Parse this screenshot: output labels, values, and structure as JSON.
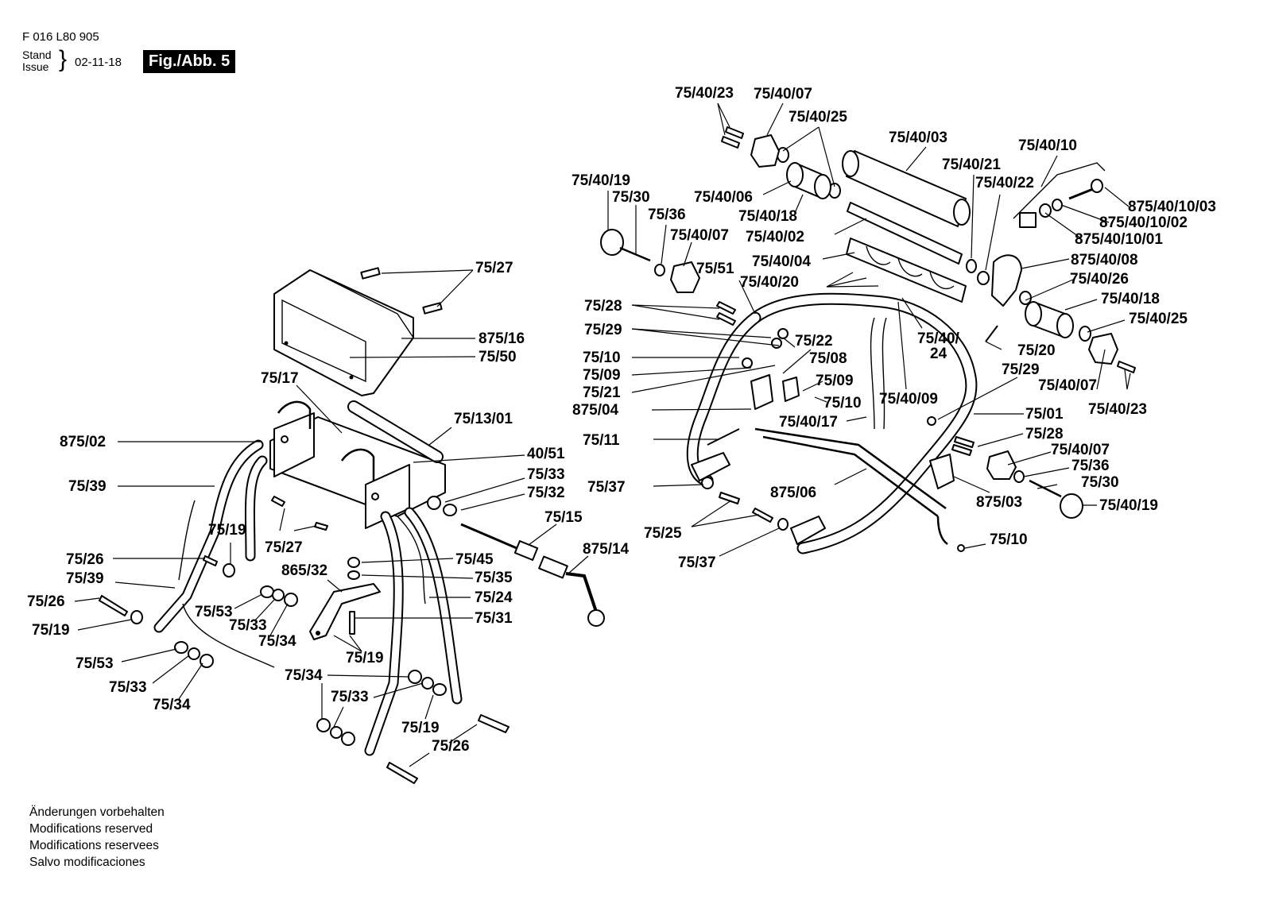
{
  "header": {
    "doc_number": "F 016 L80 905",
    "stand_label": "Stand",
    "issue_label": "Issue",
    "date": "02-11-18",
    "figure": "Fig./Abb. 5"
  },
  "footer": {
    "lines": [
      "Änderungen vorbehalten",
      "Modifications reserved",
      "Modifications reservees",
      "Salvo modificaciones"
    ]
  },
  "labels": {
    "l_75_27_a": "75/27",
    "l_875_16": "875/16",
    "l_75_50": "75/50",
    "l_75_17": "75/17",
    "l_75_13_01": "75/13/01",
    "l_875_02": "875/02",
    "l_40_51": "40/51",
    "l_75_39_a": "75/39",
    "l_75_33_a": "75/33",
    "l_75_32": "75/32",
    "l_75_15": "75/15",
    "l_75_19_a": "75/19",
    "l_75_27_b": "75/27",
    "l_875_14": "875/14",
    "l_75_26_a": "75/26",
    "l_75_45": "75/45",
    "l_865_32": "865/32",
    "l_75_39_b": "75/39",
    "l_75_35": "75/35",
    "l_75_24": "75/24",
    "l_75_26_b": "75/26",
    "l_75_53_a": "75/53",
    "l_75_31": "75/31",
    "l_75_33_b": "75/33",
    "l_75_19_b": "75/19",
    "l_75_34_a": "75/34",
    "l_75_19_c": "75/19",
    "l_75_53_b": "75/53",
    "l_75_34_b": "75/34",
    "l_75_33_c": "75/33",
    "l_75_34_c": "75/34",
    "l_75_33_d": "75/33",
    "l_75_19_d": "75/19",
    "l_75_26_c": "75/26",
    "r_75_40_23_a": "75/40/23",
    "r_75_40_07_a": "75/40/07",
    "r_75_40_25_a": "75/40/25",
    "r_75_40_03": "75/40/03",
    "r_75_40_10": "75/40/10",
    "r_75_40_21": "75/40/21",
    "r_75_40_19_a": "75/40/19",
    "r_75_40_22": "75/40/22",
    "r_75_30_a": "75/30",
    "r_75_40_06": "75/40/06",
    "r_875_40_10_03": "875/40/10/03",
    "r_75_36_a": "75/36",
    "r_75_40_18_a": "75/40/18",
    "r_875_40_10_02": "875/40/10/02",
    "r_75_40_07_b": "75/40/07",
    "r_75_40_02": "75/40/02",
    "r_875_40_10_01": "875/40/10/01",
    "r_75_40_04": "75/40/04",
    "r_875_40_08": "875/40/08",
    "r_75_51": "75/51",
    "r_75_40_20": "75/40/20",
    "r_75_40_26": "75/40/26",
    "r_75_28_a": "75/28",
    "r_75_40_18_b": "75/40/18",
    "r_75_29_a": "75/29",
    "r_75_22": "75/22",
    "r_75_40_24a": "75/40/",
    "r_75_40_25_b": "75/40/25",
    "r_75_40_24b": "24",
    "r_75_10_a": "75/10",
    "r_75_08": "75/08",
    "r_75_20": "75/20",
    "r_75_09_a": "75/09",
    "r_75_09_b": "75/09",
    "r_75_29_b": "75/29",
    "r_75_21": "75/21",
    "r_75_10_b": "75/10",
    "r_75_40_09": "75/40/09",
    "r_75_40_07_c": "75/40/07",
    "r_875_04": "875/04",
    "r_75_01": "75/01",
    "r_75_40_17": "75/40/17",
    "r_75_40_23_b": "75/40/23",
    "r_75_11": "75/11",
    "r_75_28_b": "75/28",
    "r_75_40_07_d": "75/40/07",
    "r_75_36_b": "75/36",
    "r_75_37_a": "75/37",
    "r_75_30_b": "75/30",
    "r_875_06": "875/06",
    "r_875_03": "875/03",
    "r_75_40_19_b": "75/40/19",
    "r_75_25": "75/25",
    "r_75_10_c": "75/10",
    "r_75_37_b": "75/37"
  }
}
